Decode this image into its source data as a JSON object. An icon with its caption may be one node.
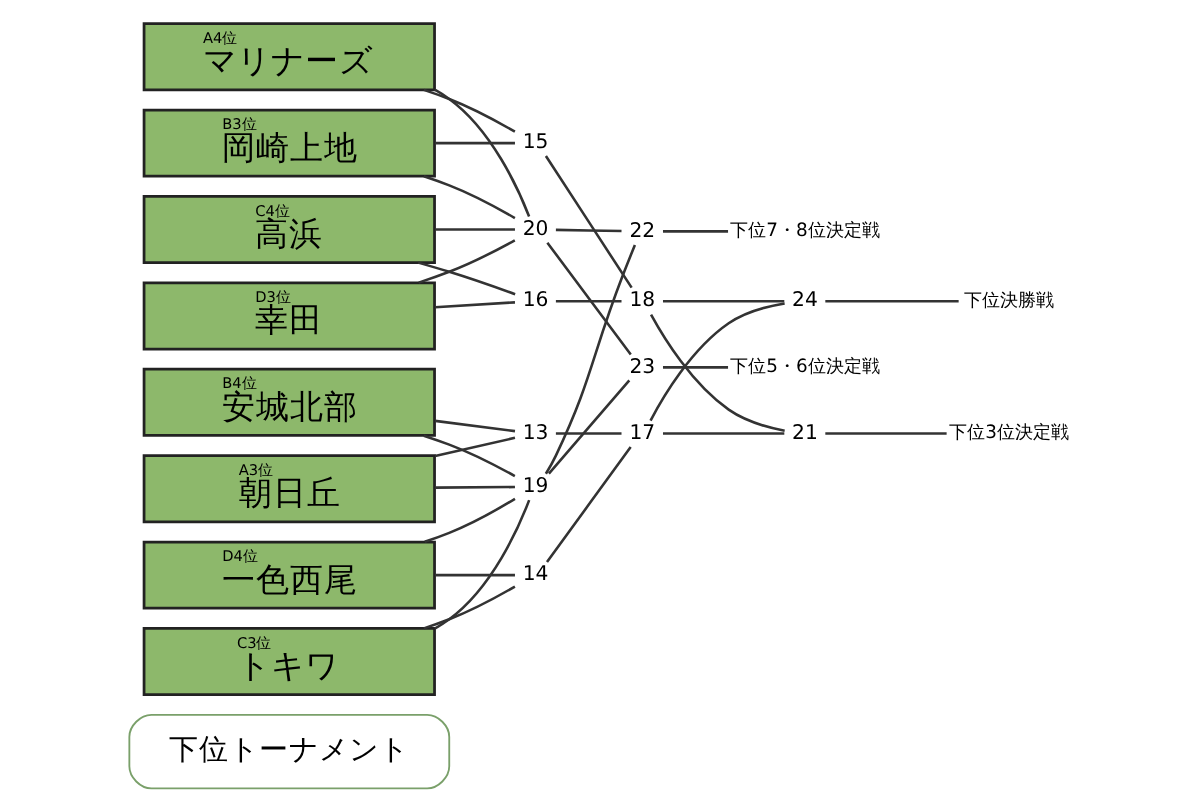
{
  "diagram": {
    "nodes": [
      {
        "text": [
          "下位トーナメント"
        ]
      },
      {
        "text": [
          "A3位",
          "朝日丘"
        ]
      },
      {
        "text": [
          "B4位",
          "安城北部"
        ]
      },
      {
        "text": [
          "C3位",
          "トキワ"
        ]
      },
      {
        "text": [
          "D4位",
          "一色西尾"
        ]
      },
      {
        "text": [
          "B3位",
          "岡崎上地"
        ]
      },
      {
        "text": [
          "A4位",
          "マリナーズ"
        ]
      },
      {
        "text": [
          "D3位",
          "幸田"
        ]
      },
      {
        "text": [
          "C4位",
          "高浜"
        ]
      },
      {
        "text": [
          "13"
        ]
      },
      {
        "text": [
          "14"
        ]
      },
      {
        "text": [
          "15"
        ]
      },
      {
        "text": [
          "16"
        ]
      },
      {
        "text": [
          "17"
        ]
      },
      {
        "text": [
          "18"
        ]
      },
      {
        "text": [
          "19"
        ]
      },
      {
        "text": [
          "20"
        ]
      },
      {
        "text": [
          "21"
        ]
      },
      {
        "text": [
          "22"
        ]
      },
      {
        "text": [
          "23"
        ]
      },
      {
        "text": [
          "24"
        ]
      },
      {
        "text": [
          "下位5・6位決定戦"
        ]
      },
      {
        "text": [
          "下位7・8位決定戦"
        ]
      },
      {
        "text": [
          "下位3位決定戦"
        ]
      },
      {
        "text": [
          "下位決勝戦"
        ]
      }
    ],
    "edges": [
      {
        "from": 1,
        "to": 9,
        "arrow": "none"
      },
      {
        "from": 2,
        "to": 9,
        "arrow": "none"
      },
      {
        "from": 3,
        "to": 10,
        "arrow": "none"
      },
      {
        "from": 4,
        "to": 10,
        "arrow": "none"
      },
      {
        "from": 5,
        "to": 11,
        "arrow": "none"
      },
      {
        "from": 6,
        "to": 11,
        "arrow": "none"
      },
      {
        "from": 7,
        "to": 12,
        "arrow": "none"
      },
      {
        "from": 8,
        "to": 12,
        "arrow": "none"
      },
      {
        "from": 9,
        "to": 13,
        "arrow": "none"
      },
      {
        "from": 10,
        "to": 13,
        "arrow": "none"
      },
      {
        "from": 11,
        "to": 14,
        "arrow": "none"
      },
      {
        "from": 12,
        "to": 14,
        "arrow": "none"
      },
      {
        "from": 13,
        "to": 20,
        "arrow": "none"
      },
      {
        "from": 14,
        "to": 20,
        "arrow": "none"
      },
      {
        "from": 13,
        "to": 17,
        "arrow": "none"
      },
      {
        "from": 14,
        "to": 17,
        "arrow": "none"
      },
      {
        "from": 1,
        "to": 15,
        "arrow": "none"
      },
      {
        "from": 2,
        "to": 15,
        "arrow": "none"
      },
      {
        "from": 3,
        "to": 15,
        "arrow": "none"
      },
      {
        "from": 4,
        "to": 15,
        "arrow": "none"
      },
      {
        "from": 5,
        "to": 16,
        "arrow": "none"
      },
      {
        "from": 6,
        "to": 16,
        "arrow": "none"
      },
      {
        "from": 7,
        "to": 16,
        "arrow": "none"
      },
      {
        "from": 8,
        "to": 16,
        "arrow": "none"
      },
      {
        "from": 15,
        "to": 18,
        "arrow": "none"
      },
      {
        "from": 16,
        "to": 18,
        "arrow": "none"
      },
      {
        "from": 15,
        "to": 19,
        "arrow": "none"
      },
      {
        "from": 16,
        "to": 19,
        "arrow": "none"
      },
      {
        "from": 19,
        "to": 21,
        "arrow": "none"
      },
      {
        "from": 18,
        "to": 22,
        "arrow": "none"
      },
      {
        "from": 17,
        "to": 23,
        "arrow": "none"
      },
      {
        "from": 20,
        "to": 24,
        "arrow": "none"
      }
    ]
  }
}
